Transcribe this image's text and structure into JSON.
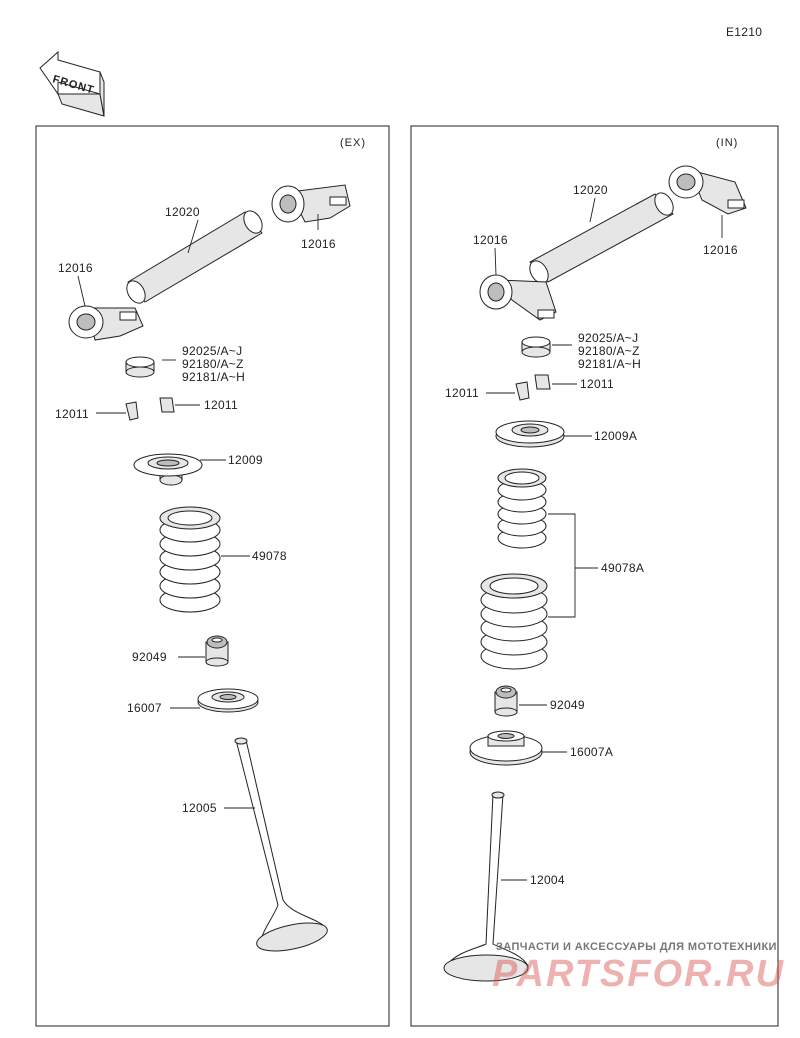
{
  "diagram_code": "E1210",
  "front_label": "FRONT",
  "panels": {
    "ex": {
      "header": "(EX)",
      "labels": {
        "shaft": "12020",
        "arm_right": "12016",
        "arm_left": "12016",
        "shim_1": "92025/A~J",
        "shim_2": "92180/A~Z",
        "shim_3": "92181/A~H",
        "cotter_left": "12011",
        "cotter_right": "12011",
        "retainer": "12009",
        "spring": "49078",
        "seal": "92049",
        "seat": "16007",
        "valve": "12005"
      }
    },
    "in": {
      "header": "(IN)",
      "labels": {
        "shaft": "12020",
        "arm_left": "12016",
        "arm_right": "12016",
        "shim_1": "92025/A~J",
        "shim_2": "92180/A~Z",
        "shim_3": "92181/A~H",
        "cotter_left": "12011",
        "cotter_right": "12011",
        "retainer": "12009A",
        "spring": "49078A",
        "seal": "92049",
        "seat": "16007A",
        "valve": "12004"
      }
    }
  },
  "watermark": {
    "line1": "ЗАПЧАСТИ И АКСЕССУАРЫ ДЛЯ МОТОТЕХНИКИ",
    "line2": "PARTSFOR.RU"
  }
}
